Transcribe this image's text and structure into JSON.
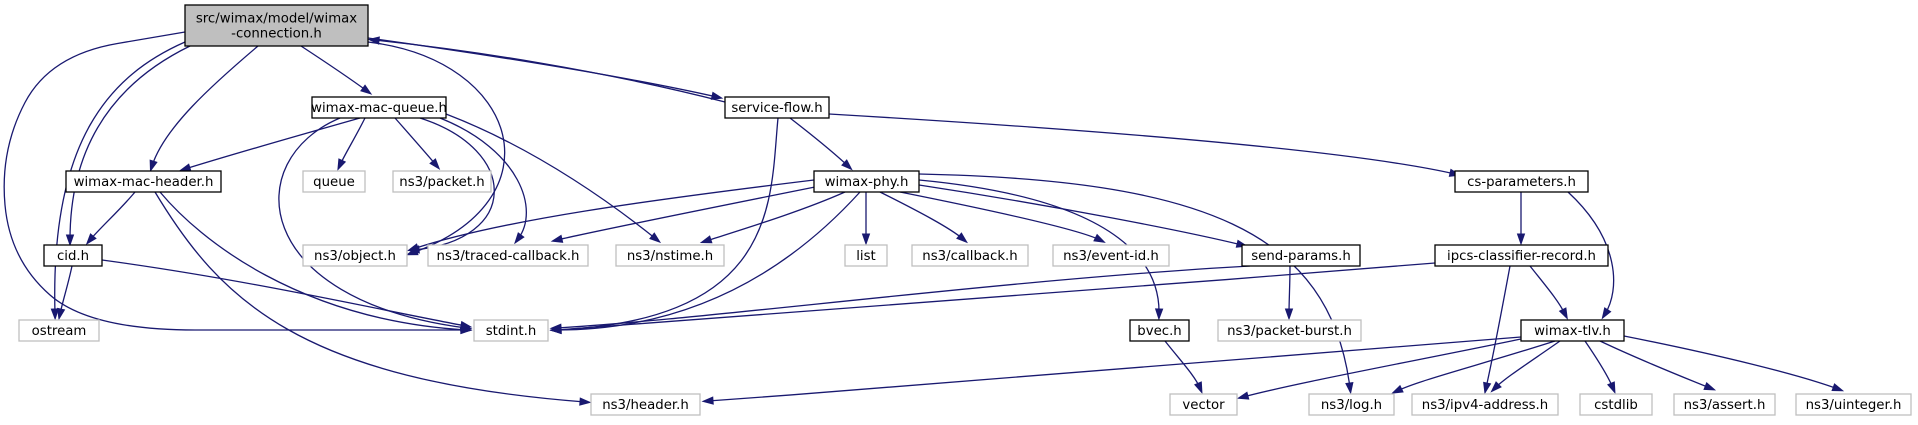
{
  "title": "",
  "colors": {
    "edge": "#191970",
    "root_fill": "#bfbfbf",
    "local_border": "#000000",
    "external_border": "#bfbfbf",
    "text": "#000000"
  },
  "nodes": [
    {
      "id": "root",
      "kind": "root",
      "lines": [
        "src/wimax/model/wimax",
        "-connection.h"
      ]
    },
    {
      "id": "wimax-mac-queue",
      "kind": "local",
      "lines": [
        "wimax-mac-queue.h"
      ]
    },
    {
      "id": "service-flow",
      "kind": "local",
      "lines": [
        "service-flow.h"
      ]
    },
    {
      "id": "wimax-mac-header",
      "kind": "local",
      "lines": [
        "wimax-mac-header.h"
      ]
    },
    {
      "id": "queue",
      "kind": "external",
      "lines": [
        "queue"
      ]
    },
    {
      "id": "ns3-packet",
      "kind": "external",
      "lines": [
        "ns3/packet.h"
      ]
    },
    {
      "id": "wimax-phy",
      "kind": "local",
      "lines": [
        "wimax-phy.h"
      ]
    },
    {
      "id": "cs-parameters",
      "kind": "local",
      "lines": [
        "cs-parameters.h"
      ]
    },
    {
      "id": "cid",
      "kind": "local",
      "lines": [
        "cid.h"
      ]
    },
    {
      "id": "ns3-object",
      "kind": "external",
      "lines": [
        "ns3/object.h"
      ]
    },
    {
      "id": "ns3-traced-callback",
      "kind": "external",
      "lines": [
        "ns3/traced-callback.h"
      ]
    },
    {
      "id": "ns3-nstime",
      "kind": "external",
      "lines": [
        "ns3/nstime.h"
      ]
    },
    {
      "id": "list",
      "kind": "external",
      "lines": [
        "list"
      ]
    },
    {
      "id": "ns3-callback",
      "kind": "external",
      "lines": [
        "ns3/callback.h"
      ]
    },
    {
      "id": "ns3-event-id",
      "kind": "external",
      "lines": [
        "ns3/event-id.h"
      ]
    },
    {
      "id": "send-params",
      "kind": "local",
      "lines": [
        "send-params.h"
      ]
    },
    {
      "id": "ipcs-classifier-record",
      "kind": "local",
      "lines": [
        "ipcs-classifier-record.h"
      ]
    },
    {
      "id": "ostream",
      "kind": "external",
      "lines": [
        "ostream"
      ]
    },
    {
      "id": "stdint",
      "kind": "external",
      "lines": [
        "stdint.h"
      ]
    },
    {
      "id": "bvec",
      "kind": "local",
      "lines": [
        "bvec.h"
      ]
    },
    {
      "id": "ns3-packet-burst",
      "kind": "external",
      "lines": [
        "ns3/packet-burst.h"
      ]
    },
    {
      "id": "wimax-tlv",
      "kind": "local",
      "lines": [
        "wimax-tlv.h"
      ]
    },
    {
      "id": "ns3-header",
      "kind": "external",
      "lines": [
        "ns3/header.h"
      ]
    },
    {
      "id": "vector",
      "kind": "external",
      "lines": [
        "vector"
      ]
    },
    {
      "id": "ns3-log",
      "kind": "external",
      "lines": [
        "ns3/log.h"
      ]
    },
    {
      "id": "ns3-ipv4-address",
      "kind": "external",
      "lines": [
        "ns3/ipv4-address.h"
      ]
    },
    {
      "id": "cstdlib",
      "kind": "external",
      "lines": [
        "cstdlib"
      ]
    },
    {
      "id": "ns3-assert",
      "kind": "external",
      "lines": [
        "ns3/assert.h"
      ]
    },
    {
      "id": "ns3-uinteger",
      "kind": "external",
      "lines": [
        "ns3/uinteger.h"
      ]
    }
  ],
  "edges": [
    {
      "from": "root",
      "to": "wimax-mac-queue"
    },
    {
      "from": "root",
      "to": "service-flow"
    },
    {
      "from": "root",
      "to": "wimax-mac-header"
    },
    {
      "from": "root",
      "to": "cid"
    },
    {
      "from": "root",
      "to": "ns3-object"
    },
    {
      "from": "root",
      "to": "ostream"
    },
    {
      "from": "root",
      "to": "stdint"
    },
    {
      "from": "service-flow",
      "to": "root"
    },
    {
      "from": "service-flow",
      "to": "wimax-phy"
    },
    {
      "from": "service-flow",
      "to": "cs-parameters"
    },
    {
      "from": "service-flow",
      "to": "stdint"
    },
    {
      "from": "wimax-mac-queue",
      "to": "wimax-mac-header"
    },
    {
      "from": "wimax-mac-queue",
      "to": "queue"
    },
    {
      "from": "wimax-mac-queue",
      "to": "ns3-packet"
    },
    {
      "from": "wimax-mac-queue",
      "to": "ns3-object"
    },
    {
      "from": "wimax-mac-queue",
      "to": "ns3-traced-callback"
    },
    {
      "from": "wimax-mac-queue",
      "to": "ns3-nstime"
    },
    {
      "from": "wimax-mac-queue",
      "to": "stdint"
    },
    {
      "from": "wimax-mac-header",
      "to": "cid"
    },
    {
      "from": "wimax-mac-header",
      "to": "stdint"
    },
    {
      "from": "wimax-mac-header",
      "to": "ns3-header"
    },
    {
      "from": "cid",
      "to": "ostream"
    },
    {
      "from": "cid",
      "to": "stdint"
    },
    {
      "from": "wimax-phy",
      "to": "ns3-object"
    },
    {
      "from": "wimax-phy",
      "to": "ns3-traced-callback"
    },
    {
      "from": "wimax-phy",
      "to": "ns3-nstime"
    },
    {
      "from": "wimax-phy",
      "to": "list"
    },
    {
      "from": "wimax-phy",
      "to": "ns3-callback"
    },
    {
      "from": "wimax-phy",
      "to": "ns3-event-id"
    },
    {
      "from": "wimax-phy",
      "to": "send-params"
    },
    {
      "from": "wimax-phy",
      "to": "bvec"
    },
    {
      "from": "wimax-phy",
      "to": "ns3-log"
    },
    {
      "from": "wimax-phy",
      "to": "stdint"
    },
    {
      "from": "send-params",
      "to": "stdint"
    },
    {
      "from": "send-params",
      "to": "ns3-packet-burst"
    },
    {
      "from": "cs-parameters",
      "to": "ipcs-classifier-record"
    },
    {
      "from": "cs-parameters",
      "to": "wimax-tlv"
    },
    {
      "from": "ipcs-classifier-record",
      "to": "wimax-tlv"
    },
    {
      "from": "ipcs-classifier-record",
      "to": "ns3-ipv4-address"
    },
    {
      "from": "ipcs-classifier-record",
      "to": "stdint"
    },
    {
      "from": "bvec",
      "to": "vector"
    },
    {
      "from": "wimax-tlv",
      "to": "ns3-header"
    },
    {
      "from": "wimax-tlv",
      "to": "vector"
    },
    {
      "from": "wimax-tlv",
      "to": "ns3-log"
    },
    {
      "from": "wimax-tlv",
      "to": "ns3-ipv4-address"
    },
    {
      "from": "wimax-tlv",
      "to": "cstdlib"
    },
    {
      "from": "wimax-tlv",
      "to": "ns3-assert"
    },
    {
      "from": "wimax-tlv",
      "to": "ns3-uinteger"
    }
  ]
}
